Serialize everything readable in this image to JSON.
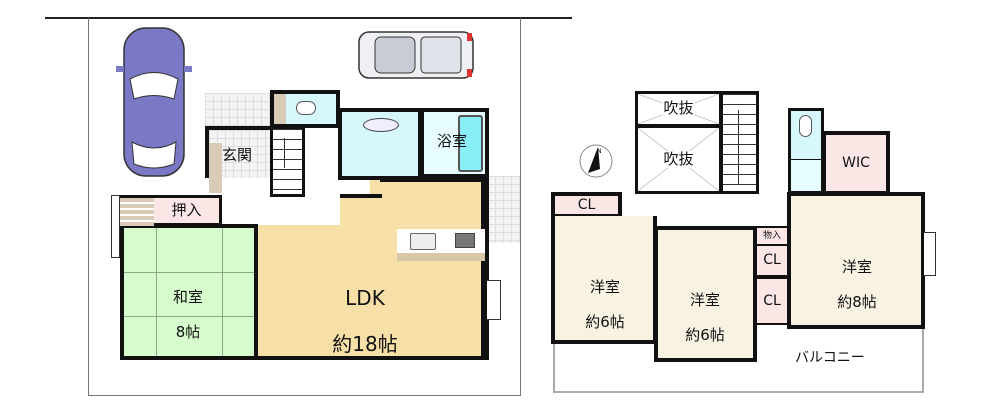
{
  "floor1": {
    "washitsu": {
      "name": "和室",
      "size": "8帖"
    },
    "oshiire": "押入",
    "genkan": "玄関",
    "yokushitsu": "浴室",
    "ldk": {
      "name": "LDK",
      "size": "約18帖"
    }
  },
  "floor2": {
    "fukinuke_1": "吹抜",
    "fukinuke_2": "吹抜",
    "wic": "WIC",
    "cl_1": "CL",
    "cl_2": "CL",
    "cl_3": "CL",
    "monoire": "物入",
    "room_1": {
      "name": "洋室",
      "size": "約6帖"
    },
    "room_2": {
      "name": "洋室",
      "size": "約6帖"
    },
    "room_3": {
      "name": "洋室",
      "size": "約8帖"
    },
    "balcony": "バルコニー",
    "compass": "N"
  },
  "colors": {
    "ldk": "#f7e0a8",
    "washitsu": "#d6fbcc",
    "yoshitsu": "#f8f2e2",
    "closet": "#fbe6e6",
    "water": "#d6f8fc",
    "tub": "#8aeef8",
    "car_1": "#7b78c6",
    "car_2": "#c8ccd4"
  }
}
